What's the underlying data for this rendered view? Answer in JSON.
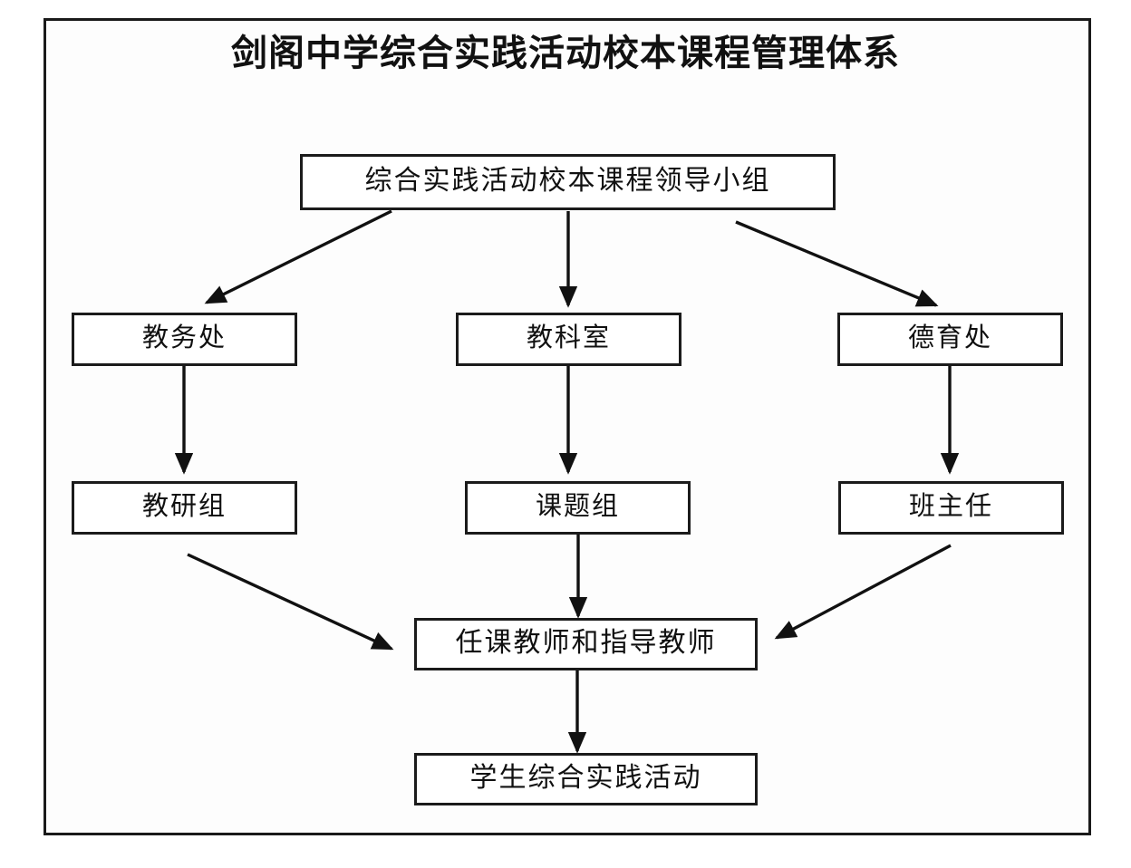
{
  "page": {
    "title": "剑阁中学综合实践活动校本课程管理体系",
    "frame_color": "#1a1a1a",
    "background": "#ffffff",
    "box_border_color": "#1b1b1b",
    "arrow_color": "#111111"
  },
  "diagram": {
    "type": "org-flowchart",
    "orientation": "top-down",
    "nodes": [
      {
        "id": "leadership-group",
        "label": "综合实践活动校本课程领导小组",
        "level": 1,
        "column": "center"
      },
      {
        "id": "academic-affairs-office",
        "label": "教务处",
        "level": 2,
        "column": "left"
      },
      {
        "id": "teaching-research-office",
        "label": "教科室",
        "level": 2,
        "column": "center"
      },
      {
        "id": "moral-education-office",
        "label": "德育处",
        "level": 2,
        "column": "right"
      },
      {
        "id": "teaching-research-group",
        "label": "教研组",
        "level": 3,
        "column": "left"
      },
      {
        "id": "project-group",
        "label": "课题组",
        "level": 3,
        "column": "center"
      },
      {
        "id": "class-teacher",
        "label": "班主任",
        "level": 3,
        "column": "right"
      },
      {
        "id": "teachers",
        "label": "任课教师和指导教师",
        "level": 4,
        "column": "center"
      },
      {
        "id": "student-activities",
        "label": "学生综合实践活动",
        "level": 5,
        "column": "center"
      }
    ],
    "edges": [
      {
        "from": "leadership-group",
        "to": "academic-affairs-office",
        "style": "diagonal-arrow"
      },
      {
        "from": "leadership-group",
        "to": "teaching-research-office",
        "style": "vertical-arrow"
      },
      {
        "from": "leadership-group",
        "to": "moral-education-office",
        "style": "diagonal-arrow"
      },
      {
        "from": "academic-affairs-office",
        "to": "teaching-research-group",
        "style": "vertical-arrow"
      },
      {
        "from": "teaching-research-office",
        "to": "project-group",
        "style": "vertical-arrow"
      },
      {
        "from": "moral-education-office",
        "to": "class-teacher",
        "style": "vertical-arrow"
      },
      {
        "from": "teaching-research-group",
        "to": "teachers",
        "style": "diagonal-arrow"
      },
      {
        "from": "project-group",
        "to": "teachers",
        "style": "vertical-arrow"
      },
      {
        "from": "class-teacher",
        "to": "teachers",
        "style": "diagonal-arrow"
      },
      {
        "from": "teachers",
        "to": "student-activities",
        "style": "vertical-arrow"
      }
    ]
  }
}
